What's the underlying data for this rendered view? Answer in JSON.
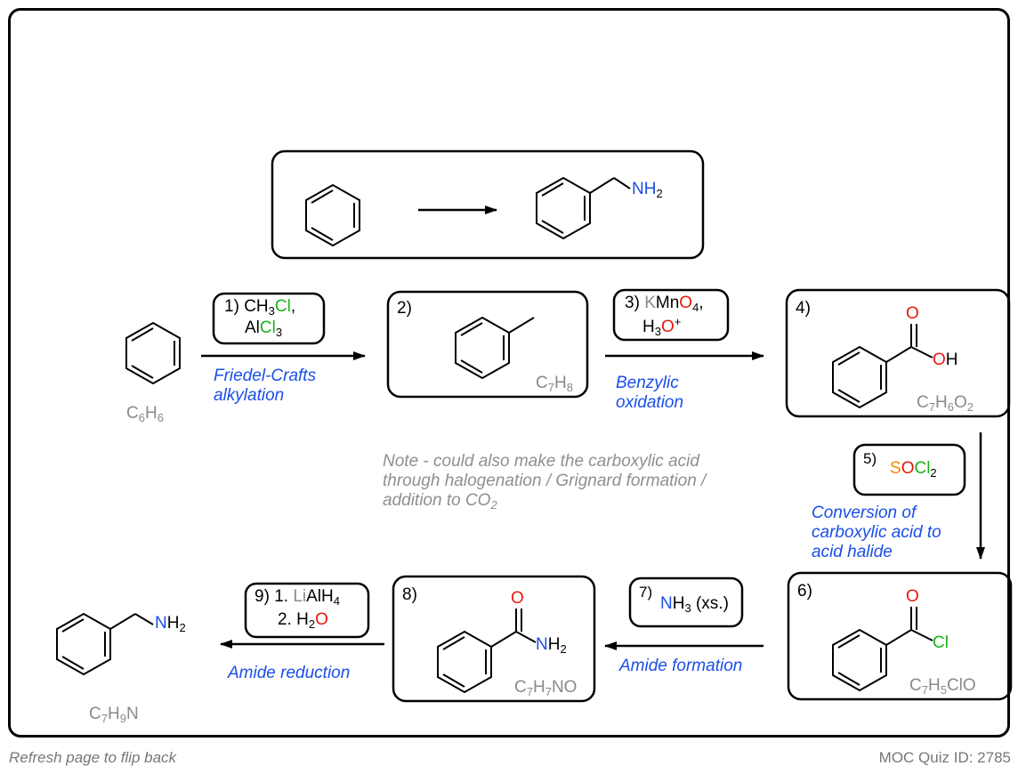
{
  "target": {
    "product_amine_label": "NH",
    "product_amine_sub": "2"
  },
  "start": {
    "formula_C": "C",
    "formula_c_sub": "6",
    "formula_H": "H",
    "formula_h_sub": "6"
  },
  "step1": {
    "number": "1)",
    "line1_a": "CH",
    "line1_sub": "3",
    "line1_cl": "Cl",
    "line1_comma": ",",
    "line2_al": "Al",
    "line2_cl": "Cl",
    "line2_sub": "3",
    "name_line1": "Friedel-Crafts",
    "name_line2": "alkylation"
  },
  "step2": {
    "number": "2)",
    "formula_C": "C",
    "formula_c_sub": "7",
    "formula_H": "H",
    "formula_h_sub": "8"
  },
  "step3": {
    "number": "3)",
    "k": "K",
    "mn": "Mn",
    "o": "O",
    "o_sub": "4",
    "comma": ",",
    "h": "H",
    "h_sub": "3",
    "o2": "O",
    "plus": "+",
    "name_line1": "Benzylic",
    "name_line2": "oxidation"
  },
  "step4": {
    "number": "4)",
    "o_label": "O",
    "oh_o": "O",
    "oh_h": "H",
    "formula_C": "C",
    "formula_c_sub": "7",
    "formula_H": "H",
    "formula_h_sub": "6",
    "formula_O": "O",
    "formula_o_sub": "2"
  },
  "note": {
    "line1": "Note - could also make the carboxylic acid",
    "line2": "through halogenation / Grignard formation /",
    "line3": "addition to CO",
    "line3_sub": "2"
  },
  "step5": {
    "number": "5)",
    "s": "S",
    "o": "O",
    "cl": "Cl",
    "cl_sub": "2",
    "name_line1": "Conversion of",
    "name_line2": "carboxylic acid to",
    "name_line3": "acid halide"
  },
  "step6": {
    "number": "6)",
    "o_label": "O",
    "cl_label": "Cl",
    "formula_C": "C",
    "formula_c_sub": "7",
    "formula_H": "H",
    "formula_h_sub": "5",
    "formula_rest": "ClO"
  },
  "step7": {
    "number": "7)",
    "n": "N",
    "h": "H",
    "h_sub": "3",
    "xs": " (xs.)",
    "name": "Amide formation"
  },
  "step8": {
    "number": "8)",
    "o_label": "O",
    "n": "N",
    "h": "H",
    "h_sub": "2",
    "formula_C": "C",
    "formula_c_sub": "7",
    "formula_H": "H",
    "formula_h_sub": "7",
    "formula_rest": "NO"
  },
  "step9": {
    "number": "9)",
    "l1": "1.",
    "li": "Li",
    "alh": "AlH",
    "alh_sub": "4",
    "l2": "2.",
    "h": "H",
    "h_sub": "2",
    "o": "O",
    "name": "Amide reduction"
  },
  "final": {
    "n": "N",
    "h": "H",
    "h_sub": "2",
    "formula_C": "C",
    "formula_c_sub": "7",
    "formula_H": "H",
    "formula_h_sub": "9",
    "formula_N": "N"
  },
  "footer": {
    "left": "Refresh page to flip back",
    "right": "MOC Quiz ID: 2785"
  },
  "colors": {
    "nitrogen": "#1a4ee8",
    "oxygen": "#e8180c",
    "chlorine": "#19b319",
    "sulfur": "#f08c00",
    "gray": "#8a8a8a"
  }
}
